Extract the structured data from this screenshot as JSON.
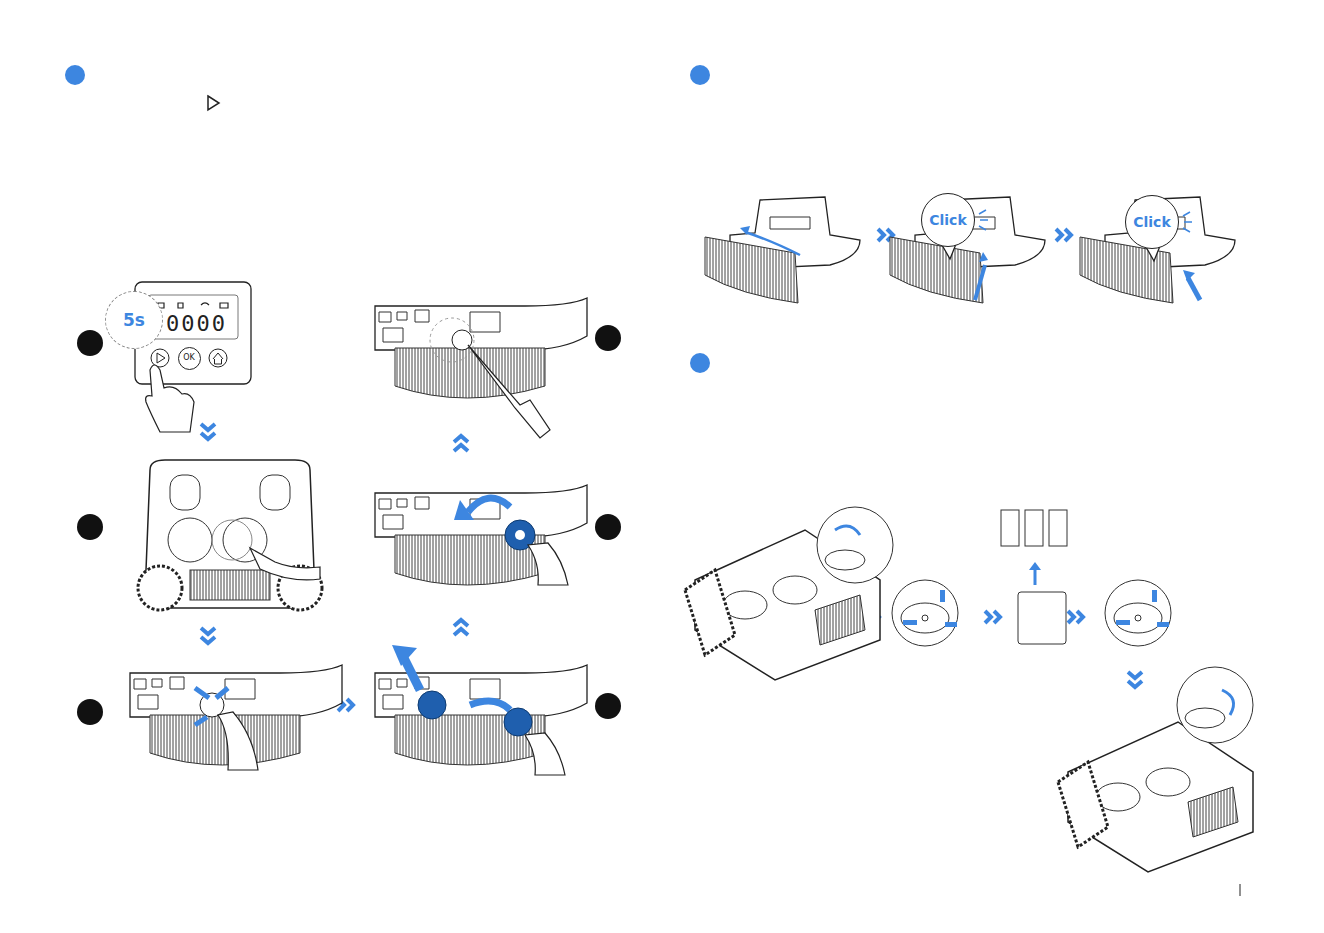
{
  "diagram": {
    "nodes": [
      {
        "text": [
          "5s"
        ]
      },
      {
        "text": [
          "OK"
        ]
      },
      {
        "text": [
          "Click"
        ]
      },
      {
        "text": [
          "Click"
        ]
      }
    ],
    "labels": [
      "0000"
    ]
  }
}
